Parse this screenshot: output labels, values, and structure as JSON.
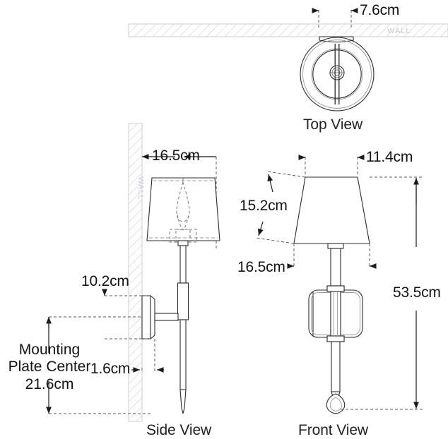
{
  "drawing": {
    "title": "Wall Sconce Dimensional Drawing",
    "units": "cm",
    "line_color": "#2b2b2b",
    "wall_hatch_color": "#c9ccd2",
    "dim_text_color": "#141414"
  },
  "views": [
    {
      "id": "top",
      "label": "Top View"
    },
    {
      "id": "side",
      "label": "Side View"
    },
    {
      "id": "front",
      "label": "Front View"
    }
  ],
  "wall_labels": {
    "top_wall": "WALL",
    "side_wall": "WALL"
  },
  "dimensions": {
    "top_projection": "7.6cm",
    "side_shade_width": "16.5cm",
    "side_plate_offset": "10.2cm",
    "side_plate_depth": "1.6cm",
    "mounting_plate_line1": "Mounting",
    "mounting_plate_line2": "Plate Center",
    "mounting_plate_line3": "21.6cm",
    "front_shade_top": "11.4cm",
    "front_shade_slant": "15.2cm",
    "front_shade_bottom": "16.5cm",
    "front_total_height": "53.5cm"
  }
}
